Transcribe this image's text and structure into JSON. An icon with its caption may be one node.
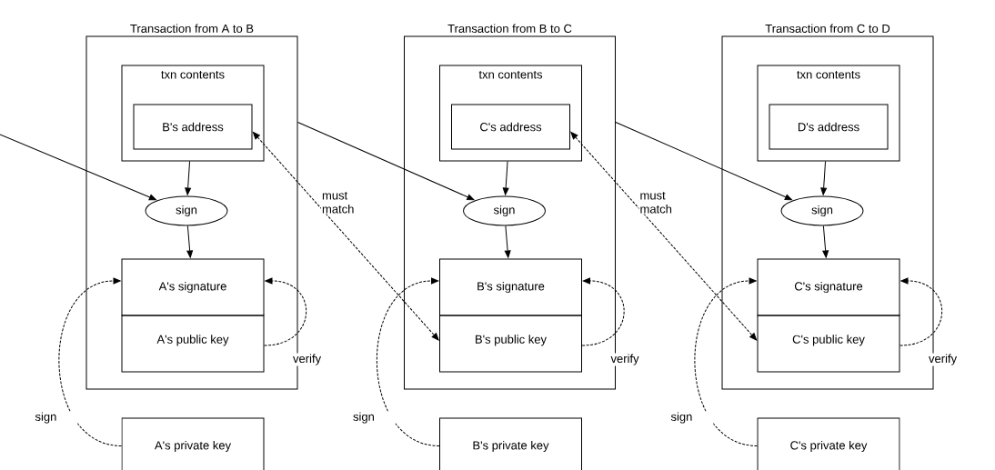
{
  "diagram": {
    "nodes": [
      {
        "text": [
          "Transaction from A to B"
        ]
      },
      {
        "text": [
          "txn contents"
        ],
        "in": 0
      },
      {
        "text": [
          "B's address"
        ],
        "in": 1
      },
      {
        "text": [
          "sign"
        ],
        "in": 0
      },
      {
        "text": [
          "A's signature"
        ],
        "in": 0
      },
      {
        "text": [
          "A's public key"
        ],
        "in": 0
      },
      {
        "text": [
          "A's private key"
        ]
      },
      {
        "text": [
          "Transaction from B to C"
        ]
      },
      {
        "text": [
          "txn contents"
        ],
        "in": 7
      },
      {
        "text": [
          "C's address"
        ],
        "in": 8
      },
      {
        "text": [
          "sign"
        ],
        "in": 7
      },
      {
        "text": [
          "B's signature"
        ],
        "in": 7
      },
      {
        "text": [
          "B's public key"
        ],
        "in": 7
      },
      {
        "text": [
          "B's private key"
        ]
      },
      {
        "text": [
          "Transaction from C to D"
        ]
      },
      {
        "text": [
          "txn contents"
        ],
        "in": 14
      },
      {
        "text": [
          "D's address"
        ],
        "in": 15
      },
      {
        "text": [
          "sign"
        ],
        "in": 14
      },
      {
        "text": [
          "C's signature"
        ],
        "in": 14
      },
      {
        "text": [
          "C's public key"
        ],
        "in": 14
      },
      {
        "text": [
          "C's private key"
        ]
      }
    ],
    "edges": [
      {
        "from": null,
        "to": 3,
        "arrow": "to"
      },
      {
        "from": 1,
        "to": 3,
        "arrow": "to"
      },
      {
        "from": 3,
        "to": 4,
        "arrow": "to"
      },
      {
        "from": 5,
        "to": 4,
        "arrow": "to",
        "style": "dashed",
        "label": "verify"
      },
      {
        "from": 6,
        "to": 4,
        "arrow": "to",
        "style": "dashed",
        "label": "sign"
      },
      {
        "from": 0,
        "to": 10,
        "arrow": "to"
      },
      {
        "from": 2,
        "to": 12,
        "arrow": "both",
        "style": "dashed",
        "label": "must match"
      },
      {
        "from": 8,
        "to": 10,
        "arrow": "to"
      },
      {
        "from": 10,
        "to": 11,
        "arrow": "to"
      },
      {
        "from": 12,
        "to": 11,
        "arrow": "to",
        "style": "dashed",
        "label": "verify"
      },
      {
        "from": 13,
        "to": 11,
        "arrow": "to",
        "style": "dashed",
        "label": "sign"
      },
      {
        "from": 7,
        "to": 17,
        "arrow": "to"
      },
      {
        "from": 9,
        "to": 19,
        "arrow": "both",
        "style": "dashed",
        "label": "must match"
      },
      {
        "from": 15,
        "to": 17,
        "arrow": "to"
      },
      {
        "from": 17,
        "to": 18,
        "arrow": "to"
      },
      {
        "from": 19,
        "to": 18,
        "arrow": "to",
        "style": "dashed",
        "label": "verify"
      },
      {
        "from": 20,
        "to": 18,
        "arrow": "to",
        "style": "dashed",
        "label": "sign"
      }
    ]
  }
}
